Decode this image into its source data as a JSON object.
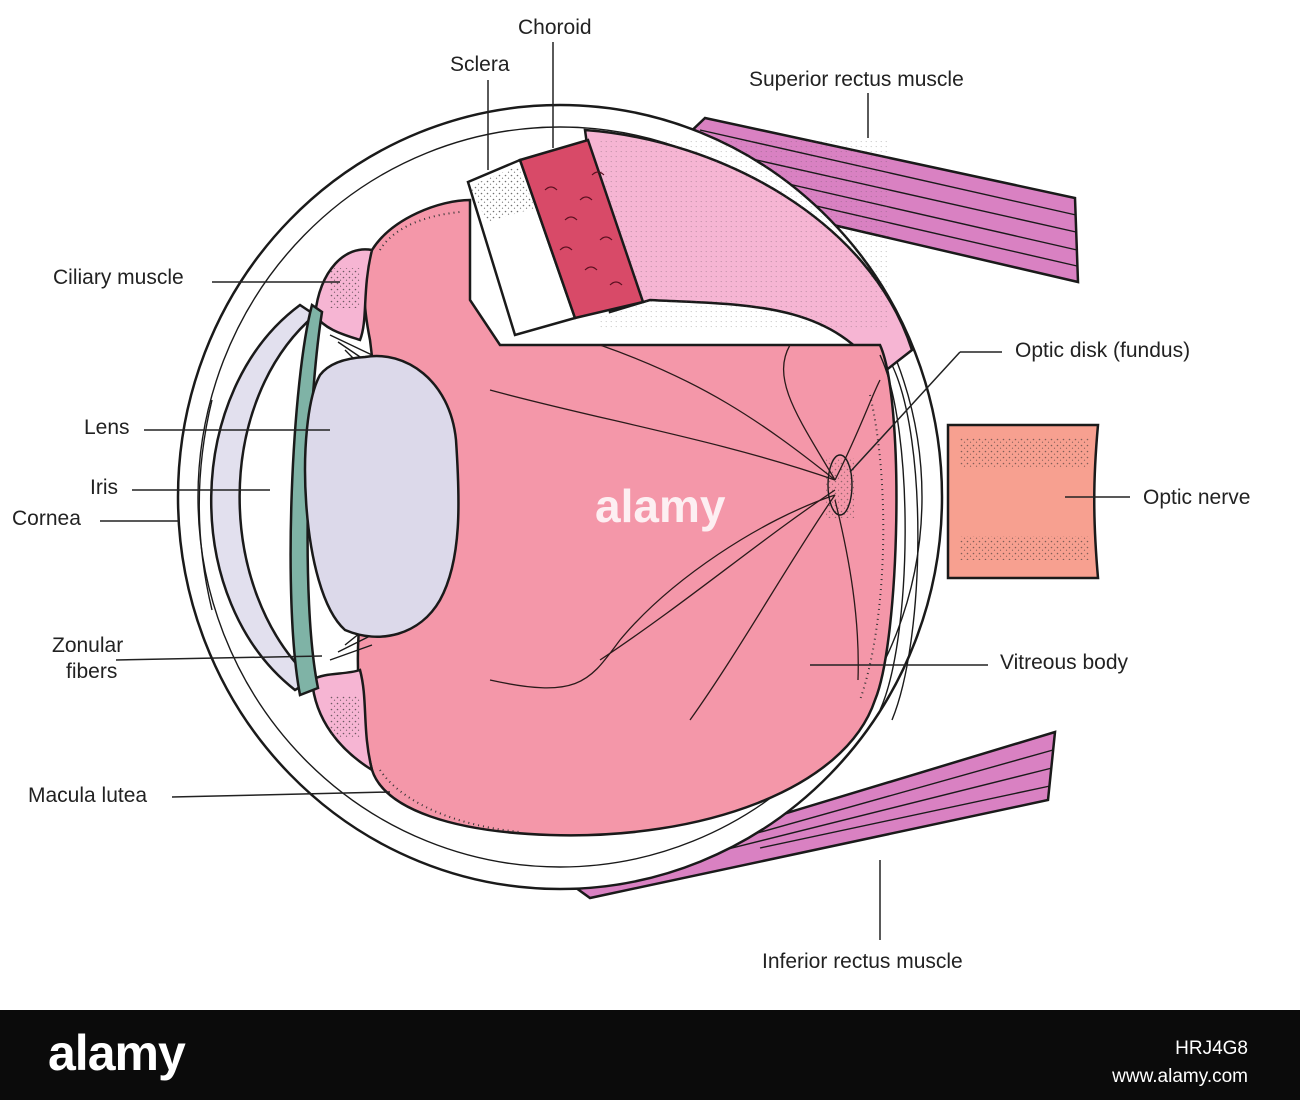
{
  "diagram": {
    "labels": {
      "choroid": "Choroid",
      "sclera": "Sclera",
      "superior_rectus": "Superior rectus muscle",
      "ciliary_muscle": "Ciliary muscle",
      "optic_disk": "Optic disk (fundus)",
      "lens": "Lens",
      "iris": "Iris",
      "cornea": "Cornea",
      "optic_nerve": "Optic nerve",
      "zonular_line1": "Zonular",
      "zonular_line2": "fibers",
      "vitreous_body": "Vitreous body",
      "macula_lutea": "Macula lutea",
      "inferior_rectus": "Inferior rectus muscle"
    },
    "watermark": "alamy",
    "colors": {
      "vitreous": "#f497a9",
      "sclera_white": "#ffffff",
      "choroid": "#d84a68",
      "retina_light": "#f6b5d3",
      "muscle": "#d981c2",
      "optic_nerve": "#f7a090",
      "lens": "#dcd9ea",
      "iris": "#7fb3a6",
      "cornea_chamber": "#e2e0ee"
    }
  },
  "footer": {
    "logo": "alamy",
    "image_id": "HRJ4G8",
    "url": "www.alamy.com"
  }
}
